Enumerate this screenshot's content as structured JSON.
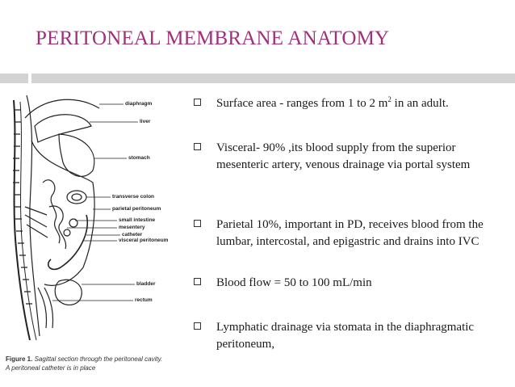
{
  "slide": {
    "title": "PERITONEAL MEMBRANE ANATOMY",
    "colors": {
      "title": "#a0307a",
      "rule": "#d3d3d3",
      "text": "#1a1a1a"
    },
    "figure": {
      "labels": [
        "diaphragm",
        "liver",
        "stomach",
        "transverse colon",
        "parietal peritoneum",
        "small intestine",
        "mesentery",
        "catheter",
        "visceral peritoneum",
        "bladder",
        "rectum"
      ],
      "caption_bold": "Figure 1.",
      "caption_text": "Sagittal section through the peritoneal cavity. A peritoneal catheter is in place"
    },
    "bullets": [
      {
        "pre": "Surface area - ranges from 1 to 2 m",
        "sup": "2",
        "post": " in an adult."
      },
      {
        "text": "Visceral- 90% ,its blood supply from the superior mesenteric artery, venous drainage  via  portal system"
      },
      {
        "text": "Parietal 10%, important in PD, receives blood from the lumbar, intercostal, and epigastric and drains into IVC"
      },
      {
        "text": "Blood flow  = 50 to 100 mL/min"
      },
      {
        "text": "Lymphatic drainage via stomata in the diaphragmatic peritoneum,"
      }
    ]
  }
}
